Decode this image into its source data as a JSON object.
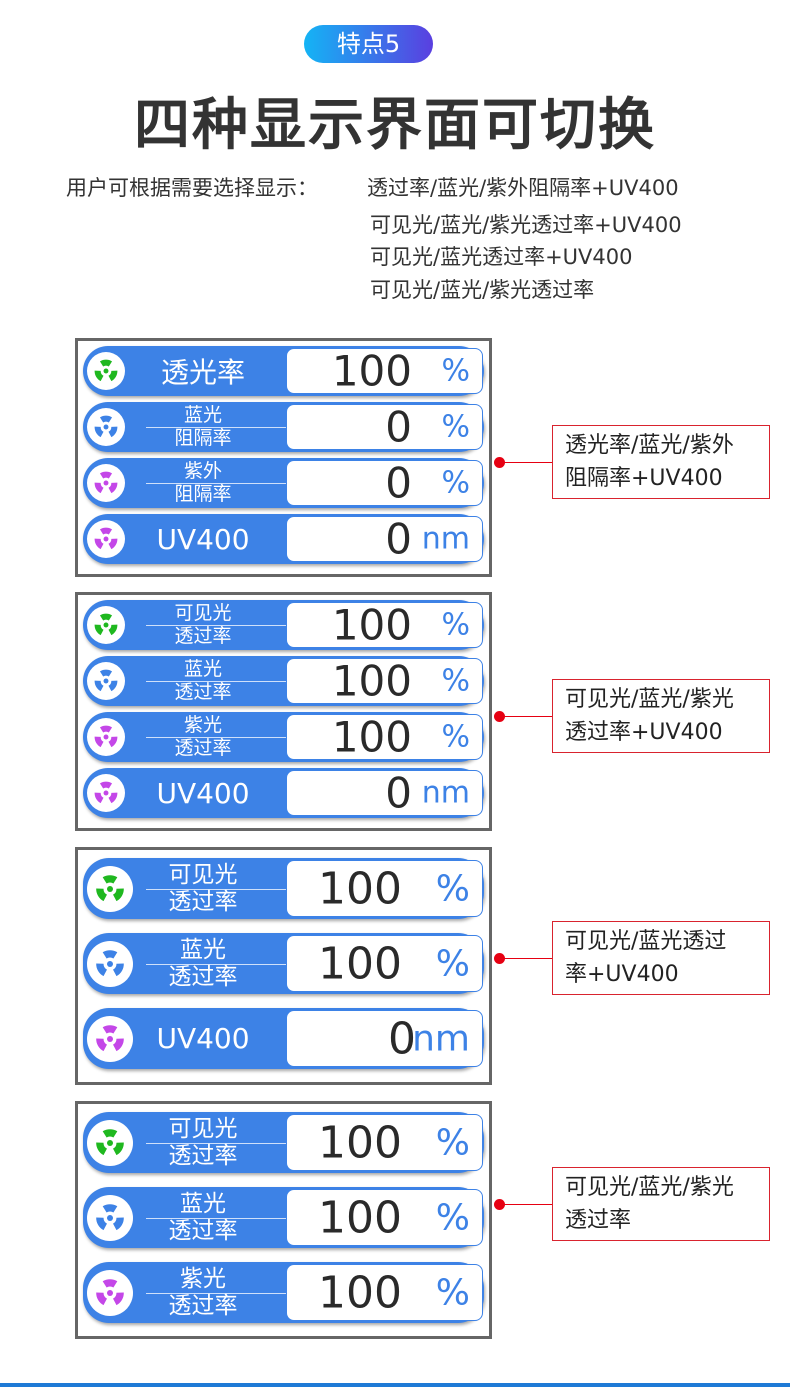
{
  "badge": "特点5",
  "title": "四种显示界面可切换",
  "intro": {
    "prefix": "用户可根据需要选择显示：",
    "options": [
      "透过率/蓝光/紫外阻隔率+UV400",
      "可见光/蓝光/紫光透过率+UV400",
      "可见光/蓝光透过率+UV400",
      "可见光/蓝光/紫光透过率"
    ]
  },
  "colors": {
    "green": "#1fb81f",
    "blue": "#3d82e6",
    "purple": "#c447e8"
  },
  "panels": [
    {
      "callout": [
        "透光率/蓝光/紫外",
        "阻隔率+UV400"
      ],
      "rows": [
        {
          "icon": "green",
          "label": [
            "透光率"
          ],
          "value": "100",
          "unit": "%"
        },
        {
          "icon": "blue",
          "label": [
            "蓝光",
            "阻隔率"
          ],
          "value": "0",
          "unit": "%"
        },
        {
          "icon": "purple",
          "label": [
            "紫外",
            "阻隔率"
          ],
          "value": "0",
          "unit": "%"
        },
        {
          "icon": "purple",
          "label": [
            "UV400"
          ],
          "value": "0",
          "unit": "nm"
        }
      ]
    },
    {
      "callout": [
        "可见光/蓝光/紫光",
        "透过率+UV400"
      ],
      "rows": [
        {
          "icon": "green",
          "label": [
            "可见光",
            "透过率"
          ],
          "value": "100",
          "unit": "%"
        },
        {
          "icon": "blue",
          "label": [
            "蓝光",
            "透过率"
          ],
          "value": "100",
          "unit": "%"
        },
        {
          "icon": "purple",
          "label": [
            "紫光",
            "透过率"
          ],
          "value": "100",
          "unit": "%"
        },
        {
          "icon": "purple",
          "label": [
            "UV400"
          ],
          "value": "0",
          "unit": "nm"
        }
      ]
    },
    {
      "callout": [
        "可见光/蓝光透过",
        "率+UV400"
      ],
      "rows": [
        {
          "icon": "green",
          "label": [
            "可见光",
            "透过率"
          ],
          "value": "100",
          "unit": "%"
        },
        {
          "icon": "blue",
          "label": [
            "蓝光",
            "透过率"
          ],
          "value": "100",
          "unit": "%"
        },
        {
          "icon": "purple",
          "label": [
            "UV400"
          ],
          "value": "0",
          "unit": "nm"
        }
      ]
    },
    {
      "callout": [
        "可见光/蓝光/紫光",
        "透过率"
      ],
      "rows": [
        {
          "icon": "green",
          "label": [
            "可见光",
            "透过率"
          ],
          "value": "100",
          "unit": "%"
        },
        {
          "icon": "blue",
          "label": [
            "蓝光",
            "透过率"
          ],
          "value": "100",
          "unit": "%"
        },
        {
          "icon": "purple",
          "label": [
            "紫光",
            "透过率"
          ],
          "value": "100",
          "unit": "%"
        }
      ]
    }
  ]
}
